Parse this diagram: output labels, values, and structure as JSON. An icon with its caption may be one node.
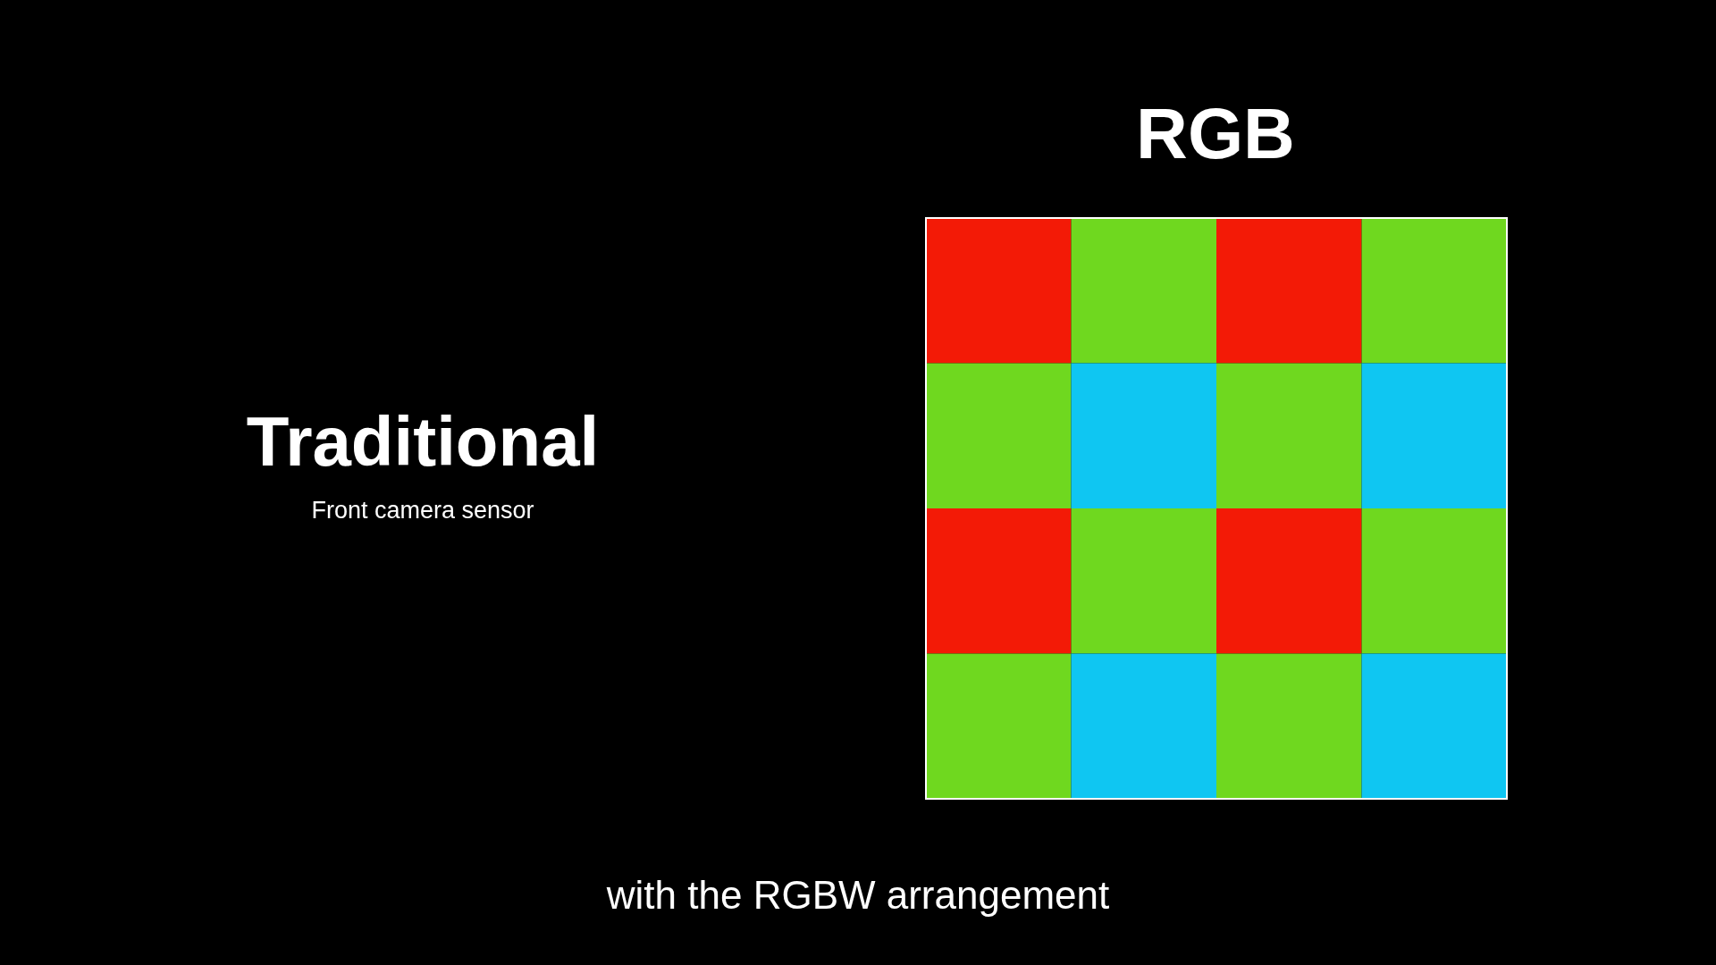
{
  "diagram": {
    "title": "Traditional",
    "labels": [
      "Front camera sensor"
    ],
    "nodes": [
      {
        "text": [
          "RGB"
        ]
      }
    ],
    "caption": "with the RGBW arrangement"
  }
}
